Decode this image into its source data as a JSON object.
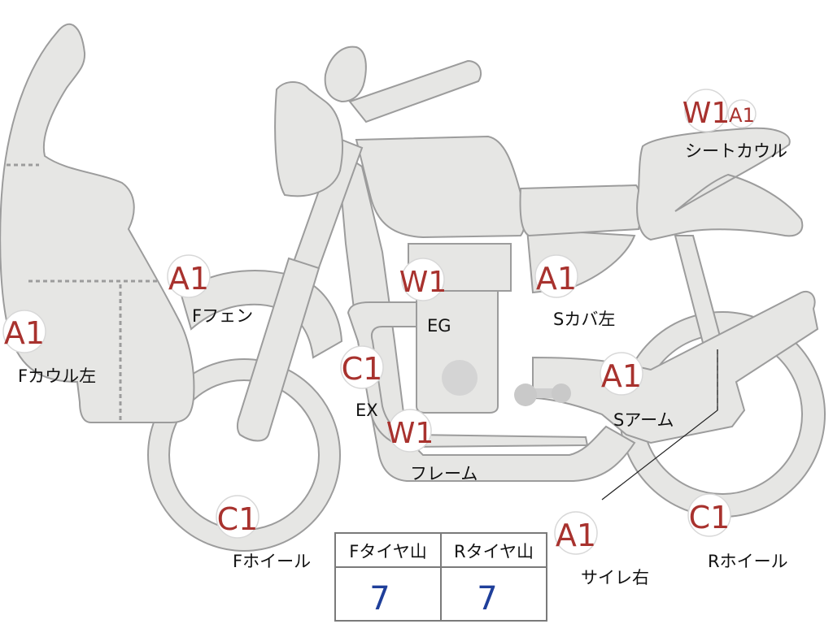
{
  "labels": {
    "f_cowl_left": "Fカウル左",
    "f_fender": "Fフェン",
    "engine": "EG",
    "exhaust": "EX",
    "frame": "フレーム",
    "s_cover_left": "Sカバ左",
    "s_arm": "Sアーム",
    "seat_cowl": "シートカウル",
    "f_wheel": "Fホイール",
    "r_wheel": "Rホイール",
    "silencer_right": "サイレ右"
  },
  "badges": {
    "f_cowl_left": "A1",
    "f_fender": "A1",
    "engine": "W1",
    "exhaust": "C1",
    "frame": "W1",
    "s_cover_left": "A1",
    "s_arm": "A1",
    "seat_cowl_main": "W1",
    "seat_cowl_sub": "A1",
    "f_wheel": "C1",
    "r_wheel": "C1",
    "silencer_right": "A1"
  },
  "tire_table": {
    "front_header": "Fタイヤ山",
    "rear_header": "Rタイヤ山",
    "front_value": "7",
    "rear_value": "7"
  },
  "colors": {
    "part_fill": "#e6e6e4",
    "outline": "#9c9c9c",
    "badge_text": "#a8322e",
    "table_value": "#1f3f9a"
  }
}
